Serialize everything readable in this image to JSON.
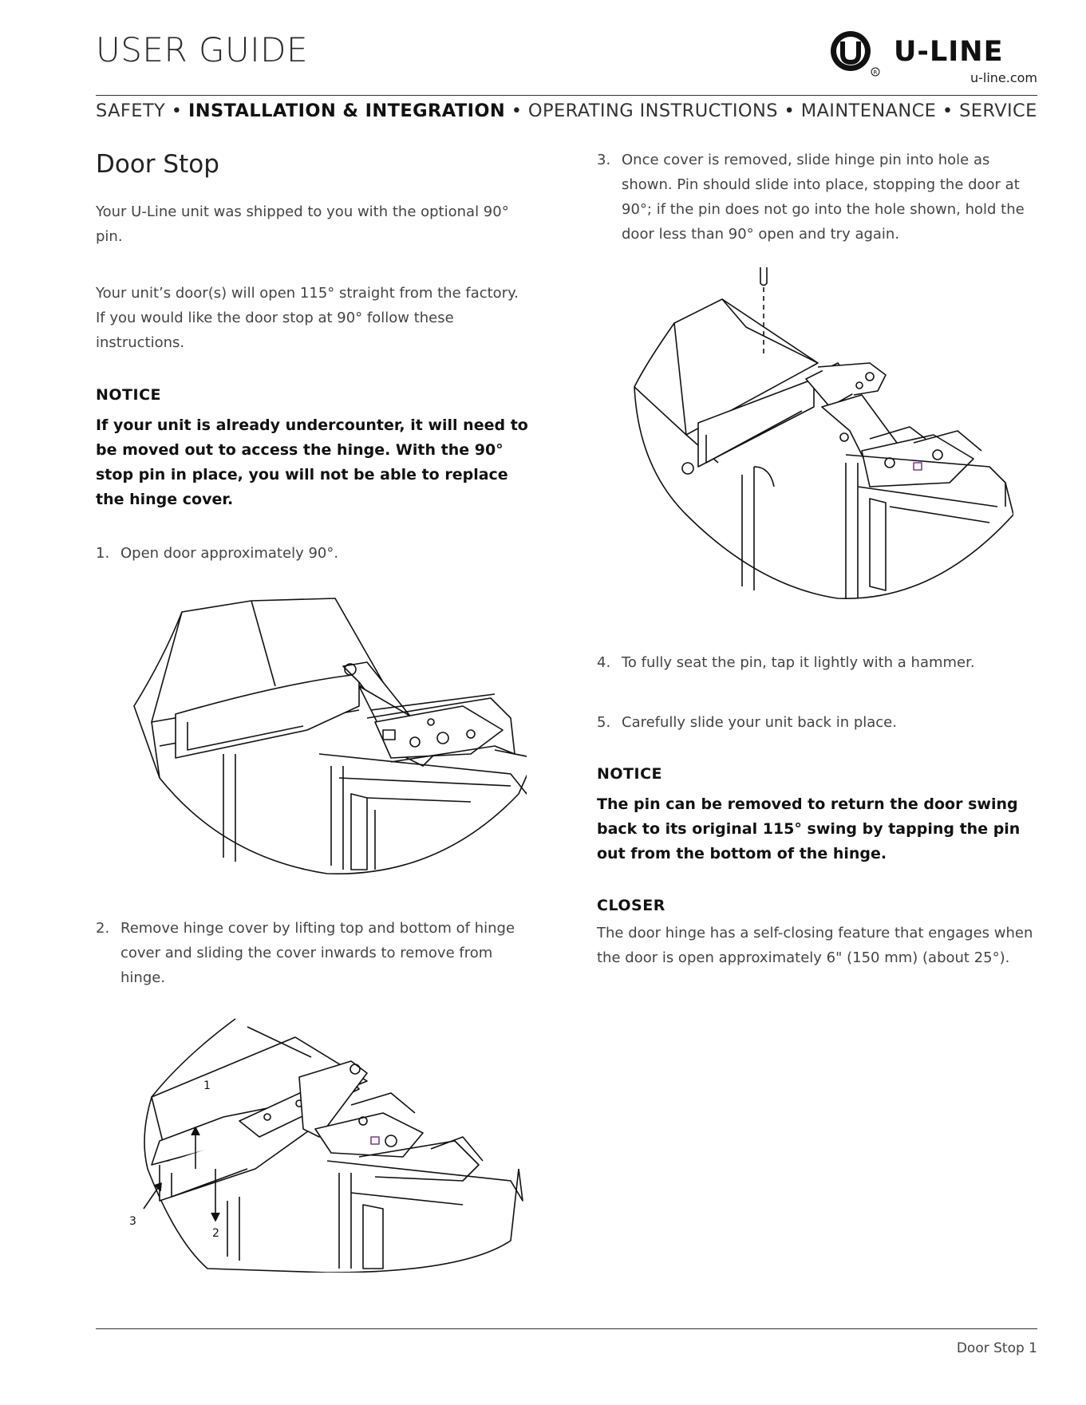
{
  "header": {
    "title": "USER GUIDE",
    "logo_brand": "U-LINE",
    "logo_url": "u-line.com"
  },
  "nav": {
    "items": [
      "SAFETY",
      "INSTALLATION & INTEGRATION",
      "OPERATING INSTRUCTIONS",
      "MAINTENANCE",
      "SERVICE"
    ],
    "active": "INSTALLATION & INTEGRATION",
    "separator": "•"
  },
  "left": {
    "heading": "Door Stop",
    "intro1": "Your U-Line unit was shipped to you with the optional 90° pin.",
    "intro2": "Your unit’s door(s) will open 115° straight from the factory. If you would like the door stop at 90° follow these instructions.",
    "notice_label": "NOTICE",
    "notice_text": "If your unit is already undercounter, it will need to be moved out to access the hinge. With the 90° stop pin in place, you will not be able to replace the hinge cover.",
    "step1_num": "1.",
    "step1": "Open door approximately 90°.",
    "step2_num": "2.",
    "step2": "Remove hinge cover by lifting top and bottom of hinge cover and sliding the cover inwards to remove from hinge.",
    "fig2_callouts": [
      "1",
      "2",
      "3"
    ]
  },
  "right": {
    "step3_num": "3.",
    "step3": "Once cover is removed, slide hinge pin into hole as shown. Pin should slide into place, stopping the door at 90°; if the pin does not go into the hole shown, hold the door less than 90° open and try again.",
    "step4_num": "4.",
    "step4": "To fully seat the pin, tap it lightly with a hammer.",
    "step5_num": "5.",
    "step5": "Carefully slide your unit back in place.",
    "notice_label": "NOTICE",
    "notice_text": "The pin can be removed to return the door swing back to its original 115° swing by tapping the pin out from the bottom of the hinge.",
    "closer_label": "CLOSER",
    "closer_text": "The door hinge has a self-closing feature that engages when the door is open approximately 6\" (150 mm) (about 25°)."
  },
  "footer": {
    "page_label": "Door Stop 1"
  }
}
